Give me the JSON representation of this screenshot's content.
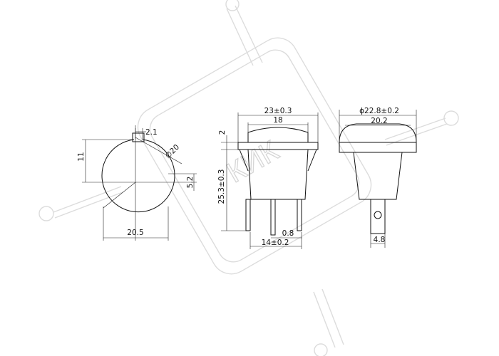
{
  "watermark": {
    "text": "КИК"
  },
  "views": {
    "left": {
      "dims": {
        "lug": "2.1",
        "dia": "∅20",
        "height": "11",
        "slot": "5.2",
        "width": "20.5"
      }
    },
    "middle": {
      "dims": {
        "outer": "23±0.3",
        "inner": "18",
        "top": "2",
        "height": "25.3±0.3",
        "pin": "0.8",
        "pitch": "14±0.2"
      }
    },
    "right": {
      "dims": {
        "outer": "ϕ22.8±0.2",
        "inner": "20.2",
        "terminal": "4.8"
      }
    }
  }
}
